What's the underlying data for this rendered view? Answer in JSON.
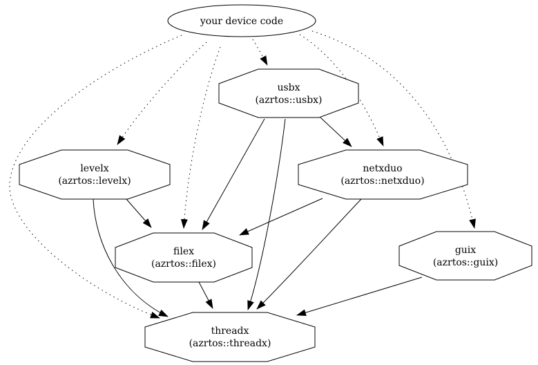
{
  "diagram": {
    "type": "dependency-graph",
    "background_color": "#ffffff",
    "stroke_color": "#000000",
    "text_color": "#000000",
    "nodes": {
      "device": {
        "label": "your device code",
        "shape": "ellipse"
      },
      "usbx": {
        "label": "usbx",
        "package": "(azrtos::usbx)",
        "shape": "octagon"
      },
      "levelx": {
        "label": "levelx",
        "package": "(azrtos::levelx)",
        "shape": "octagon"
      },
      "netxduo": {
        "label": "netxduo",
        "package": "(azrtos::netxduo)",
        "shape": "octagon"
      },
      "filex": {
        "label": "filex",
        "package": "(azrtos::filex)",
        "shape": "octagon"
      },
      "guix": {
        "label": "guix",
        "package": "(azrtos::guix)",
        "shape": "octagon"
      },
      "threadx": {
        "label": "threadx",
        "package": "(azrtos::threadx)",
        "shape": "octagon"
      }
    },
    "edges": [
      {
        "from": "device",
        "to": "usbx",
        "style": "dotted"
      },
      {
        "from": "device",
        "to": "levelx",
        "style": "dotted"
      },
      {
        "from": "device",
        "to": "netxduo",
        "style": "dotted"
      },
      {
        "from": "device",
        "to": "filex",
        "style": "dotted"
      },
      {
        "from": "device",
        "to": "guix",
        "style": "dotted"
      },
      {
        "from": "device",
        "to": "threadx",
        "style": "dotted"
      },
      {
        "from": "usbx",
        "to": "netxduo",
        "style": "solid"
      },
      {
        "from": "usbx",
        "to": "filex",
        "style": "solid"
      },
      {
        "from": "usbx",
        "to": "threadx",
        "style": "solid"
      },
      {
        "from": "levelx",
        "to": "filex",
        "style": "solid"
      },
      {
        "from": "levelx",
        "to": "threadx",
        "style": "solid"
      },
      {
        "from": "netxduo",
        "to": "filex",
        "style": "solid"
      },
      {
        "from": "netxduo",
        "to": "threadx",
        "style": "solid"
      },
      {
        "from": "filex",
        "to": "threadx",
        "style": "solid"
      },
      {
        "from": "guix",
        "to": "threadx",
        "style": "solid"
      }
    ]
  }
}
